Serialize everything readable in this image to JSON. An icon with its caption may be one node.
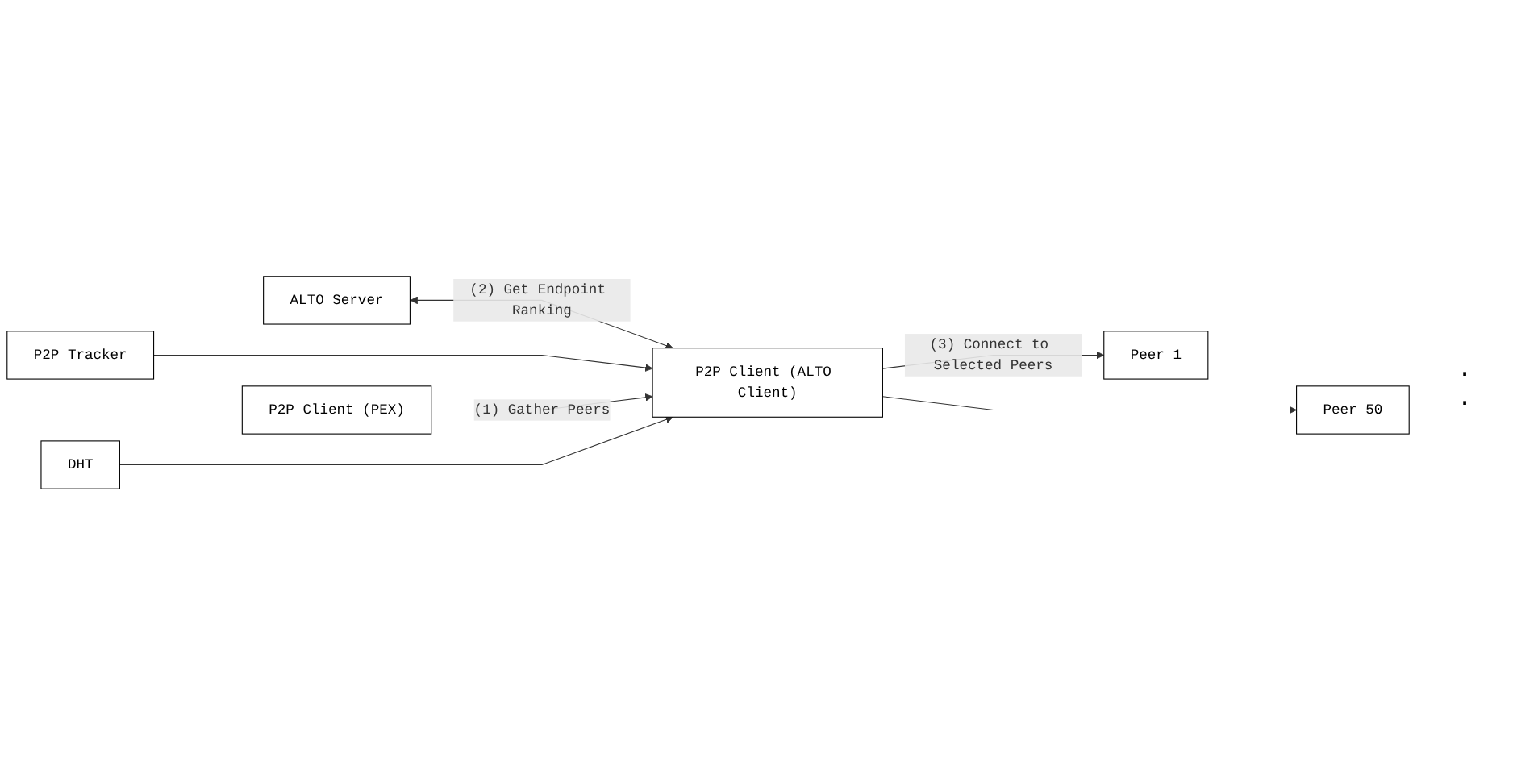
{
  "diagram": {
    "nodes": [
      {
        "text": [
          "ALTO Server"
        ]
      },
      {
        "text": [
          "P2P Client (ALTO Client)"
        ]
      },
      {
        "text": [
          "P2P Tracker"
        ]
      },
      {
        "text": [
          "Peer 1"
        ]
      },
      {
        "text": [
          "Peer 50"
        ]
      },
      {
        "text": [
          "P2P Client (PEX)"
        ]
      },
      {
        "text": [
          "DHT"
        ]
      }
    ],
    "edges": [
      {
        "from": 0,
        "to": 1,
        "arrow": "both",
        "label": "(2) Get Endpoint Ranking"
      },
      {
        "from": 2,
        "to": 1,
        "arrow": "to"
      },
      {
        "from": 5,
        "to": 1,
        "arrow": "to",
        "label": "(1) Gather Peers"
      },
      {
        "from": 6,
        "to": 1,
        "arrow": "to"
      },
      {
        "from": 1,
        "to": 3,
        "arrow": "to",
        "label": "(3) Connect to Selected Peers"
      },
      {
        "from": 1,
        "to": 4,
        "arrow": "to"
      }
    ],
    "labels": [
      ".",
      "."
    ]
  }
}
